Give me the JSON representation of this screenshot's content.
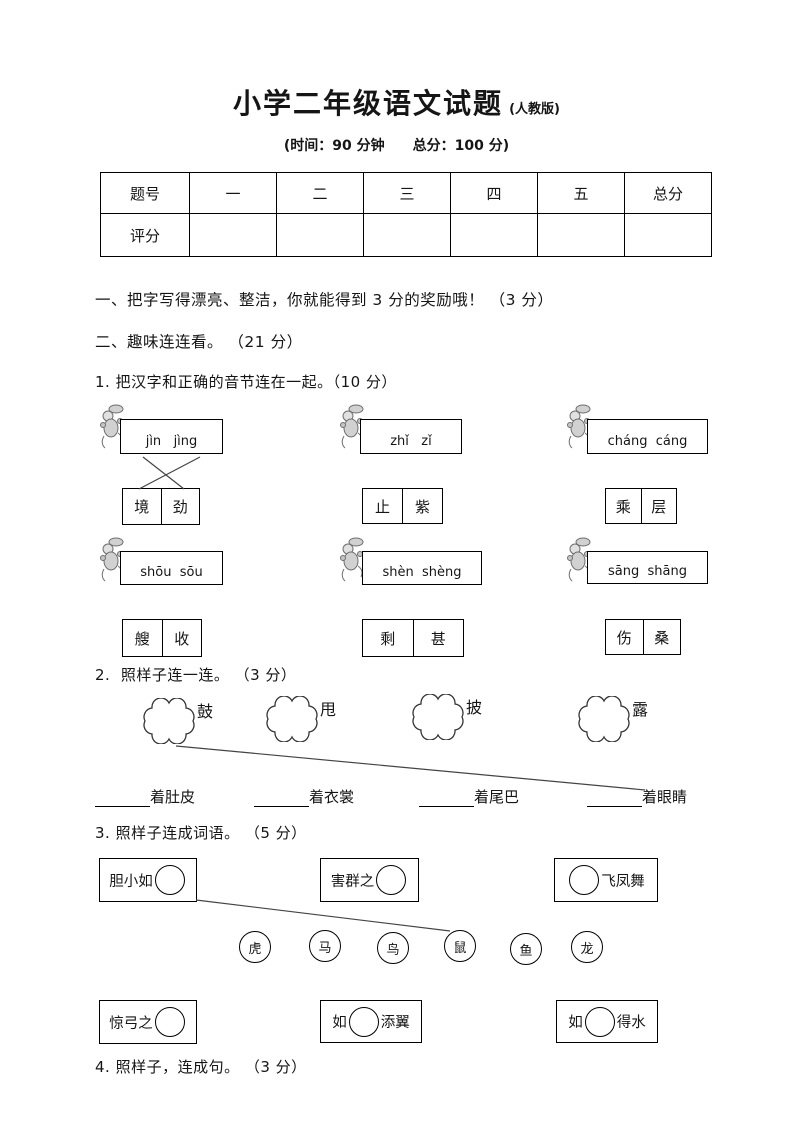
{
  "page": {
    "title": "小学二年级语文试题",
    "edition": "(人教版)",
    "subtitle": "(时间：90 分钟　　总分：100 分)"
  },
  "score_table": {
    "header": [
      "题号",
      "一",
      "二",
      "三",
      "四",
      "五",
      "总分"
    ],
    "row_label": "评分"
  },
  "sections": {
    "one": "一、把字写得漂亮、整洁，你就能得到 3 分的奖励哦！ （3 分）",
    "two": "二、趣味连连看。 （21 分）"
  },
  "ex1": {
    "prompt": "1. 把汉字和正确的音节连在一起。（10 分）",
    "groups": [
      {
        "pinyin": "jìn   jìng",
        "chars": [
          "境",
          "劲"
        ]
      },
      {
        "pinyin": "zhǐ   zǐ",
        "chars": [
          "止",
          "紫"
        ]
      },
      {
        "pinyin": "cháng  cáng",
        "chars": [
          "乘",
          "层"
        ]
      },
      {
        "pinyin": "shōu  sōu",
        "chars": [
          "艘",
          "收"
        ]
      },
      {
        "pinyin": "shèn  shèng",
        "chars": [
          "剩",
          "甚"
        ]
      },
      {
        "pinyin": "sāng  shāng",
        "chars": [
          "伤",
          "桑"
        ]
      }
    ]
  },
  "ex2": {
    "prompt": "2.  照样子连一连。 （3 分）",
    "clouds": [
      "鼓",
      "甩",
      "披",
      "露"
    ],
    "phrases": [
      "着肚皮",
      "着衣裳",
      "着尾巴",
      "着眼睛"
    ]
  },
  "ex3": {
    "prompt": "3. 照样子连成词语。 （5 分）",
    "top_boxes": [
      {
        "before": "胆小如",
        "after": ""
      },
      {
        "before": "害群之",
        "after": ""
      },
      {
        "before": "",
        "after": "飞凤舞"
      }
    ],
    "animals": [
      "虎",
      "马",
      "鸟",
      "鼠",
      "鱼",
      "龙"
    ],
    "bottom_boxes": [
      {
        "before": "惊弓之",
        "after": ""
      },
      {
        "before": "如",
        "after": "添翼"
      },
      {
        "before": "如",
        "after": "得水"
      }
    ]
  },
  "ex4": {
    "prompt": "4. 照样子，连成句。 （3 分）"
  }
}
